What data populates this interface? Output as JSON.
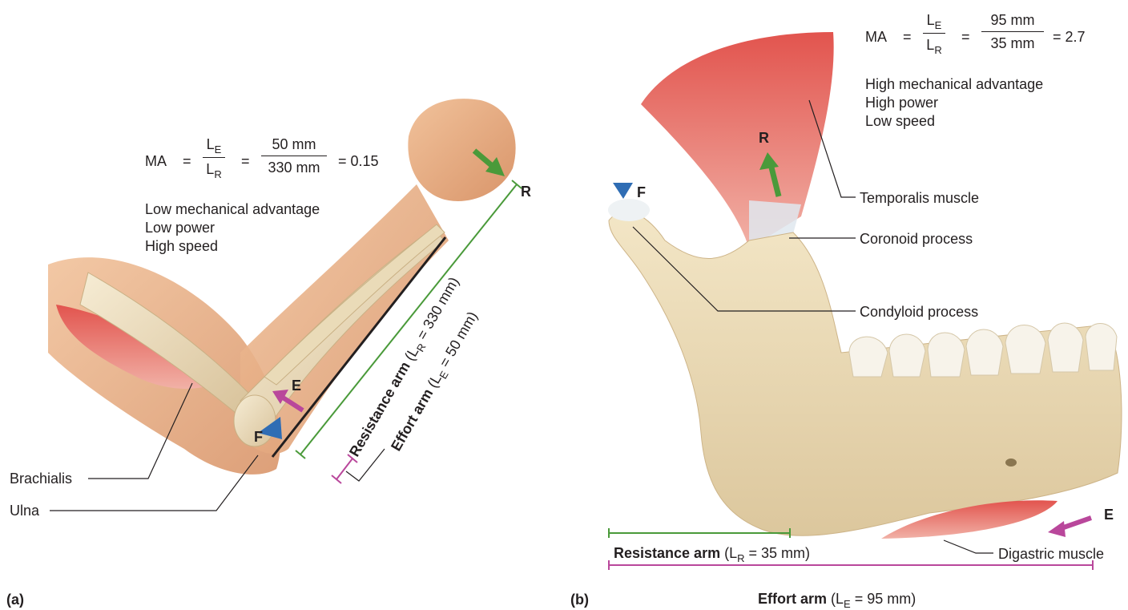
{
  "panel_a": {
    "label": "(a)",
    "ma": {
      "prefix": "MA",
      "eq1": "=",
      "ratio_num": "L",
      "ratio_num_sub": "E",
      "ratio_den": "L",
      "ratio_den_sub": "R",
      "eq2": "=",
      "value_num": "50 mm",
      "value_den": "330 mm",
      "eq3": "= 0.15"
    },
    "notes": [
      "Low mechanical advantage",
      "Low power",
      "High speed"
    ],
    "markers": {
      "resistance": "R",
      "effort": "E",
      "fulcrum": "F"
    },
    "resistance_arm": {
      "label": "Resistance arm",
      "value_prefix": " (L",
      "value_sub": "R",
      "value_suffix": " = 330 mm)"
    },
    "effort_arm": {
      "label": "Effort arm",
      "value_prefix": " (L",
      "value_sub": "E",
      "value_suffix": " = 50 mm)"
    },
    "callouts": [
      "Brachialis",
      "Ulna"
    ]
  },
  "panel_b": {
    "label": "(b)",
    "ma": {
      "prefix": "MA",
      "eq1": "=",
      "ratio_num": "L",
      "ratio_num_sub": "E",
      "ratio_den": "L",
      "ratio_den_sub": "R",
      "eq2": "=",
      "value_num": "95 mm",
      "value_den": "35 mm",
      "eq3": "= 2.7"
    },
    "notes": [
      "High mechanical advantage",
      "High power",
      "Low speed"
    ],
    "markers": {
      "resistance": "R",
      "effort": "E",
      "fulcrum": "F"
    },
    "callouts": [
      "Temporalis muscle",
      "Coronoid process",
      "Condyloid process",
      "Digastric muscle"
    ],
    "resistance_arm": {
      "label": "Resistance arm",
      "value_prefix": " (L",
      "value_sub": "R",
      "value_suffix": "  = 35 mm)"
    },
    "effort_arm": {
      "label": "Effort arm",
      "value_prefix": " (L",
      "value_sub": "E",
      "value_suffix": " = 95 mm)"
    }
  },
  "colors": {
    "resistance": "#4a9a3a",
    "effort": "#b9479b",
    "fulcrum": "#2f6db4",
    "bone": "#ecdcb7",
    "muscle": "#d9534f",
    "skin": "#eab48a"
  }
}
